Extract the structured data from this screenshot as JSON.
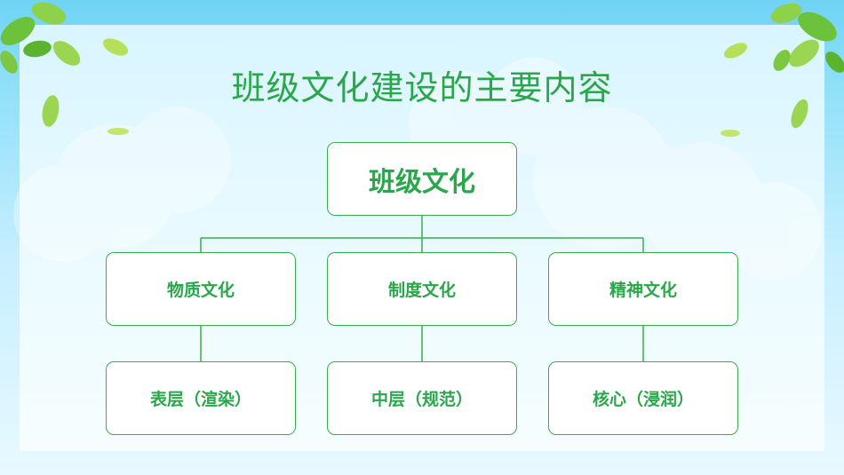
{
  "title": "班级文化建设的主要内容",
  "root": "班级文化",
  "branches": [
    {
      "name": "物质文化",
      "leaf": "表层（渲染）"
    },
    {
      "name": "制度文化",
      "leaf": "中层（规范）"
    },
    {
      "name": "精神文化",
      "leaf": "核心（浸润）"
    }
  ],
  "colors": {
    "accent": "#2aa64b",
    "border": "#3aad4f",
    "sky": "#6fd3f4"
  }
}
